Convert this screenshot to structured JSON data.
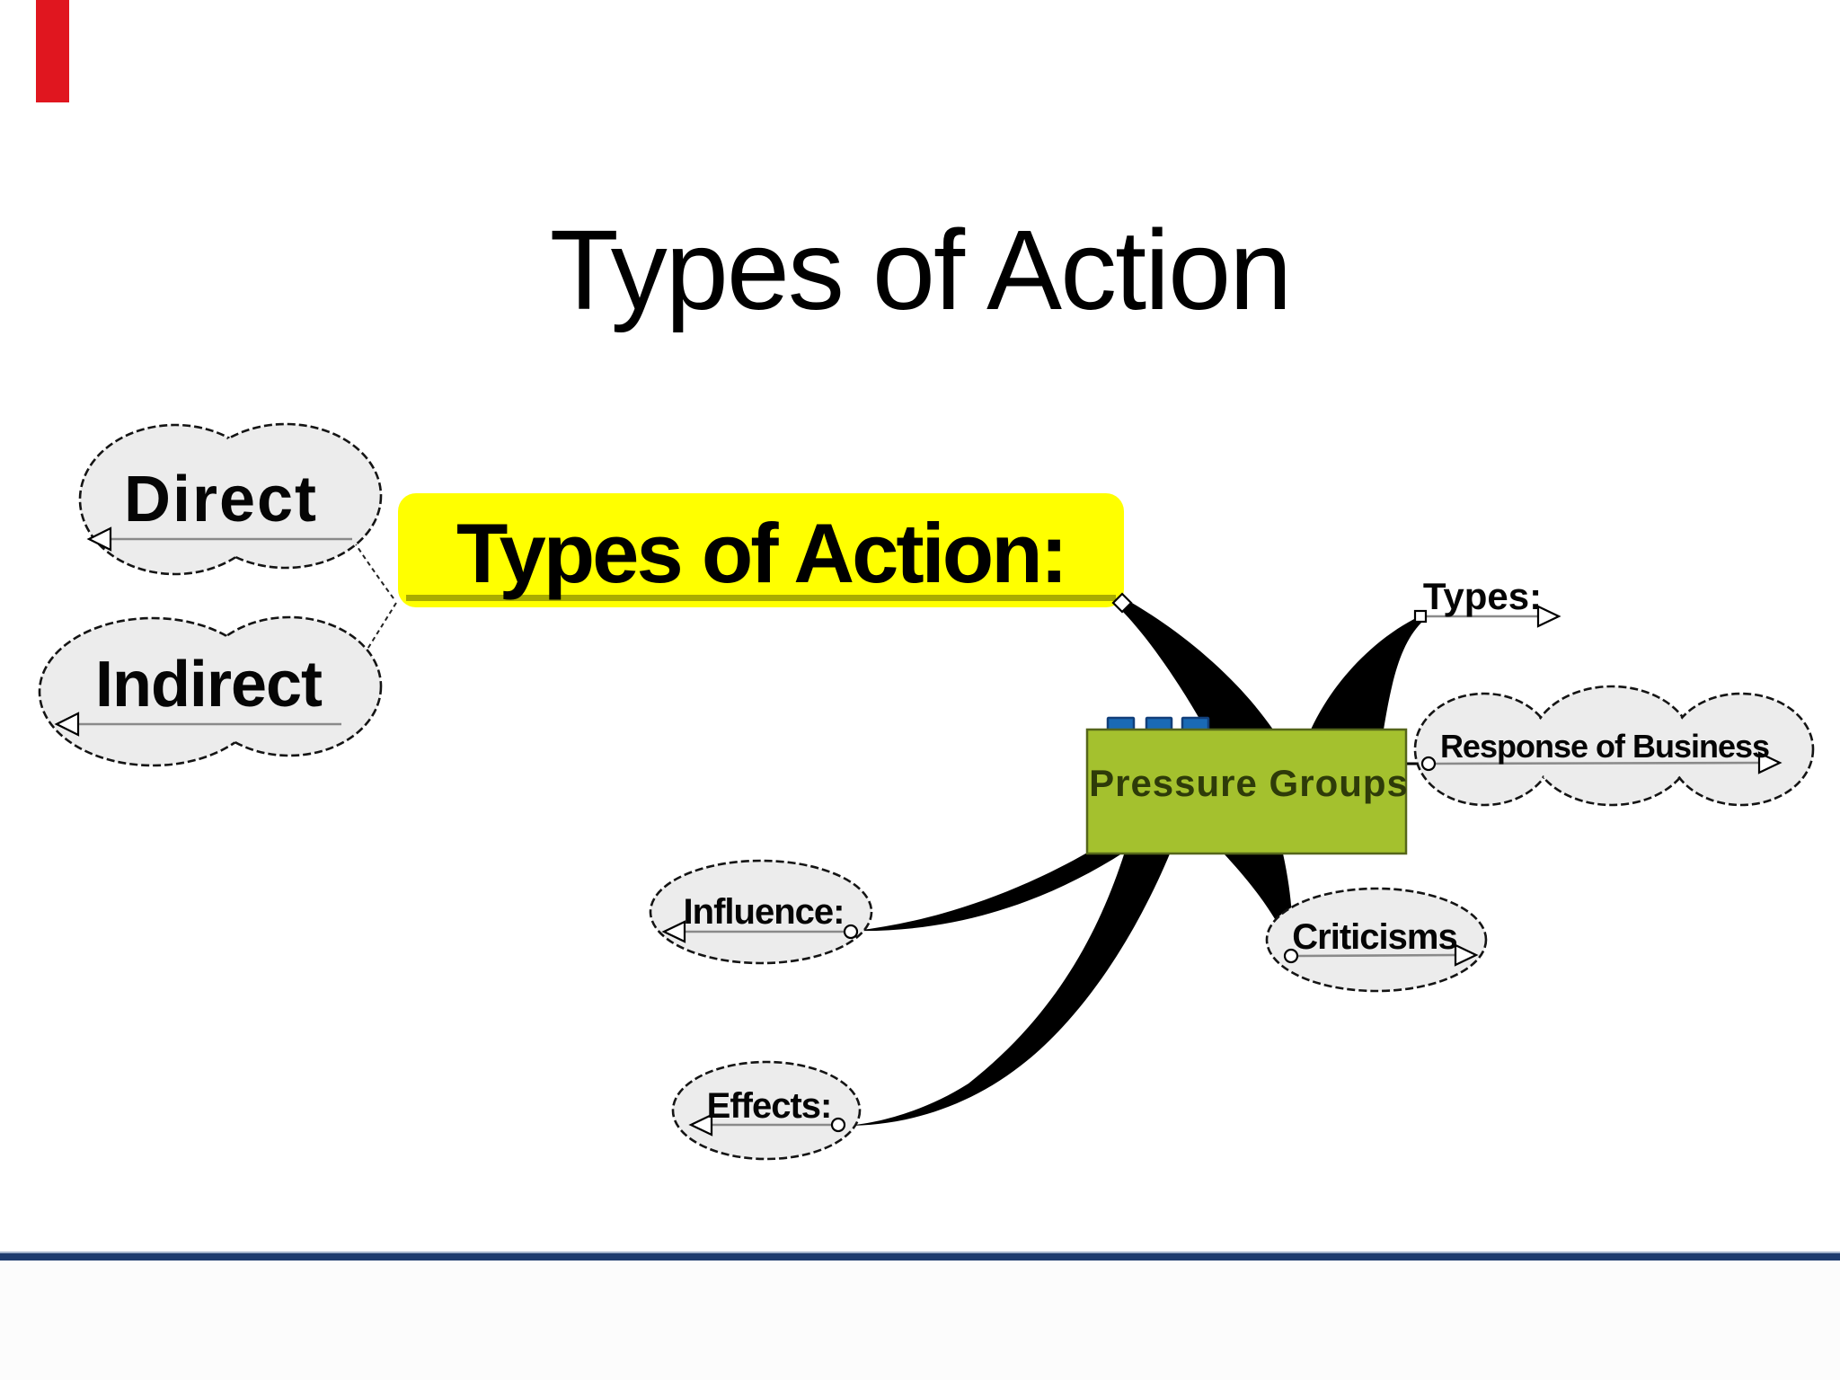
{
  "slide": {
    "title": "Types of Action",
    "accent_bar_color": "#e0161f",
    "footer_line_color": "#1e3c6e"
  },
  "mindmap": {
    "center": {
      "label": "Pressure Groups",
      "fill_color": "#a4c12e",
      "marker_color": "#1a6ab5",
      "marker_count": 3
    },
    "main_topic": {
      "label": "Types of Action:",
      "highlight_color": "#ffff00"
    },
    "nodes": {
      "direct": {
        "label": "Direct"
      },
      "indirect": {
        "label": "Indirect"
      },
      "types": {
        "label": "Types:"
      },
      "response": {
        "label": "Response of Business"
      },
      "criticisms": {
        "label": "Criticisms"
      },
      "influence": {
        "label": "Influence:"
      },
      "effects": {
        "label": "Effects:"
      }
    }
  }
}
